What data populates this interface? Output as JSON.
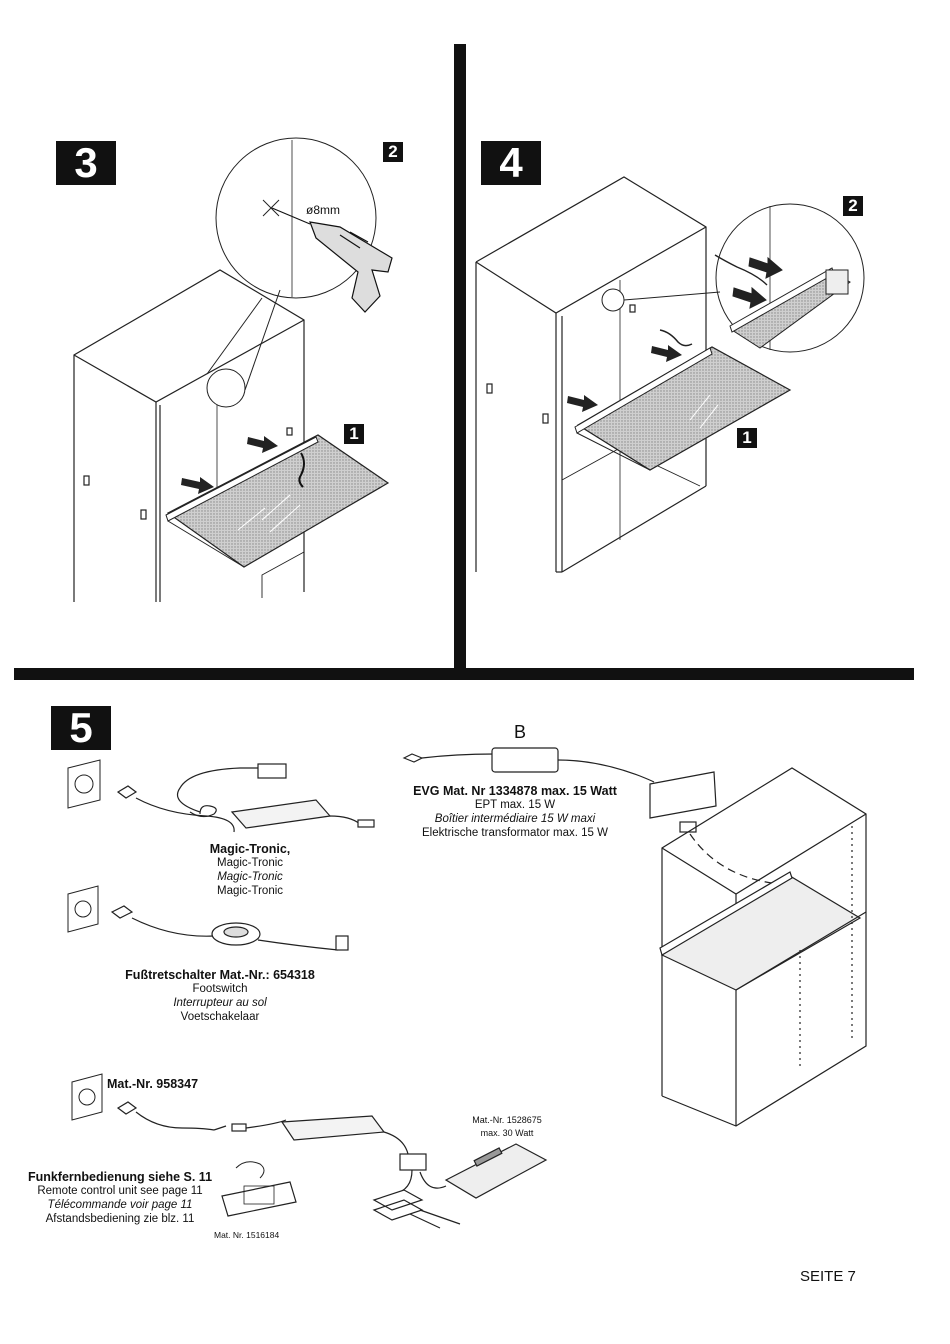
{
  "page_number": "SEITE 7",
  "step3": {
    "number": "3",
    "sub1": "1",
    "sub2": "2",
    "drill_size": "ø8mm"
  },
  "step4": {
    "number": "4",
    "sub1": "1",
    "sub2": "2"
  },
  "step5": {
    "number": "5",
    "b_label": "B",
    "magic_tronic": {
      "title": "Magic-Tronic,",
      "en": "Magic-Tronic",
      "fr": "Magic-Tronic",
      "nl": "Magic-Tronic"
    },
    "footswitch": {
      "title": "Fußtretschalter Mat.-Nr.: 654318",
      "en": "Footswitch",
      "fr": "Interrupteur au sol",
      "nl": "Voetschakelaar"
    },
    "remote_set": {
      "mat_nr": "Mat.-Nr. 958347",
      "receiver_mat": "Mat.-Nr. 1528675",
      "receiver_watt": "max. 30 Watt",
      "title": "Funkfernbedienung siehe S. 11",
      "en": "Remote control unit see page 11",
      "fr": "Télécommande voir page 11",
      "nl": "Afstandsbediening zie blz. 11",
      "remote_mat": "Mat. Nr. 1516184"
    },
    "evg": {
      "title": "EVG Mat. Nr 1334878 max. 15 Watt",
      "en": "EPT max. 15 W",
      "fr": "Boîtier intermédiaire 15 W maxi",
      "nl": "Elektrische transformator max. 15 W"
    }
  }
}
